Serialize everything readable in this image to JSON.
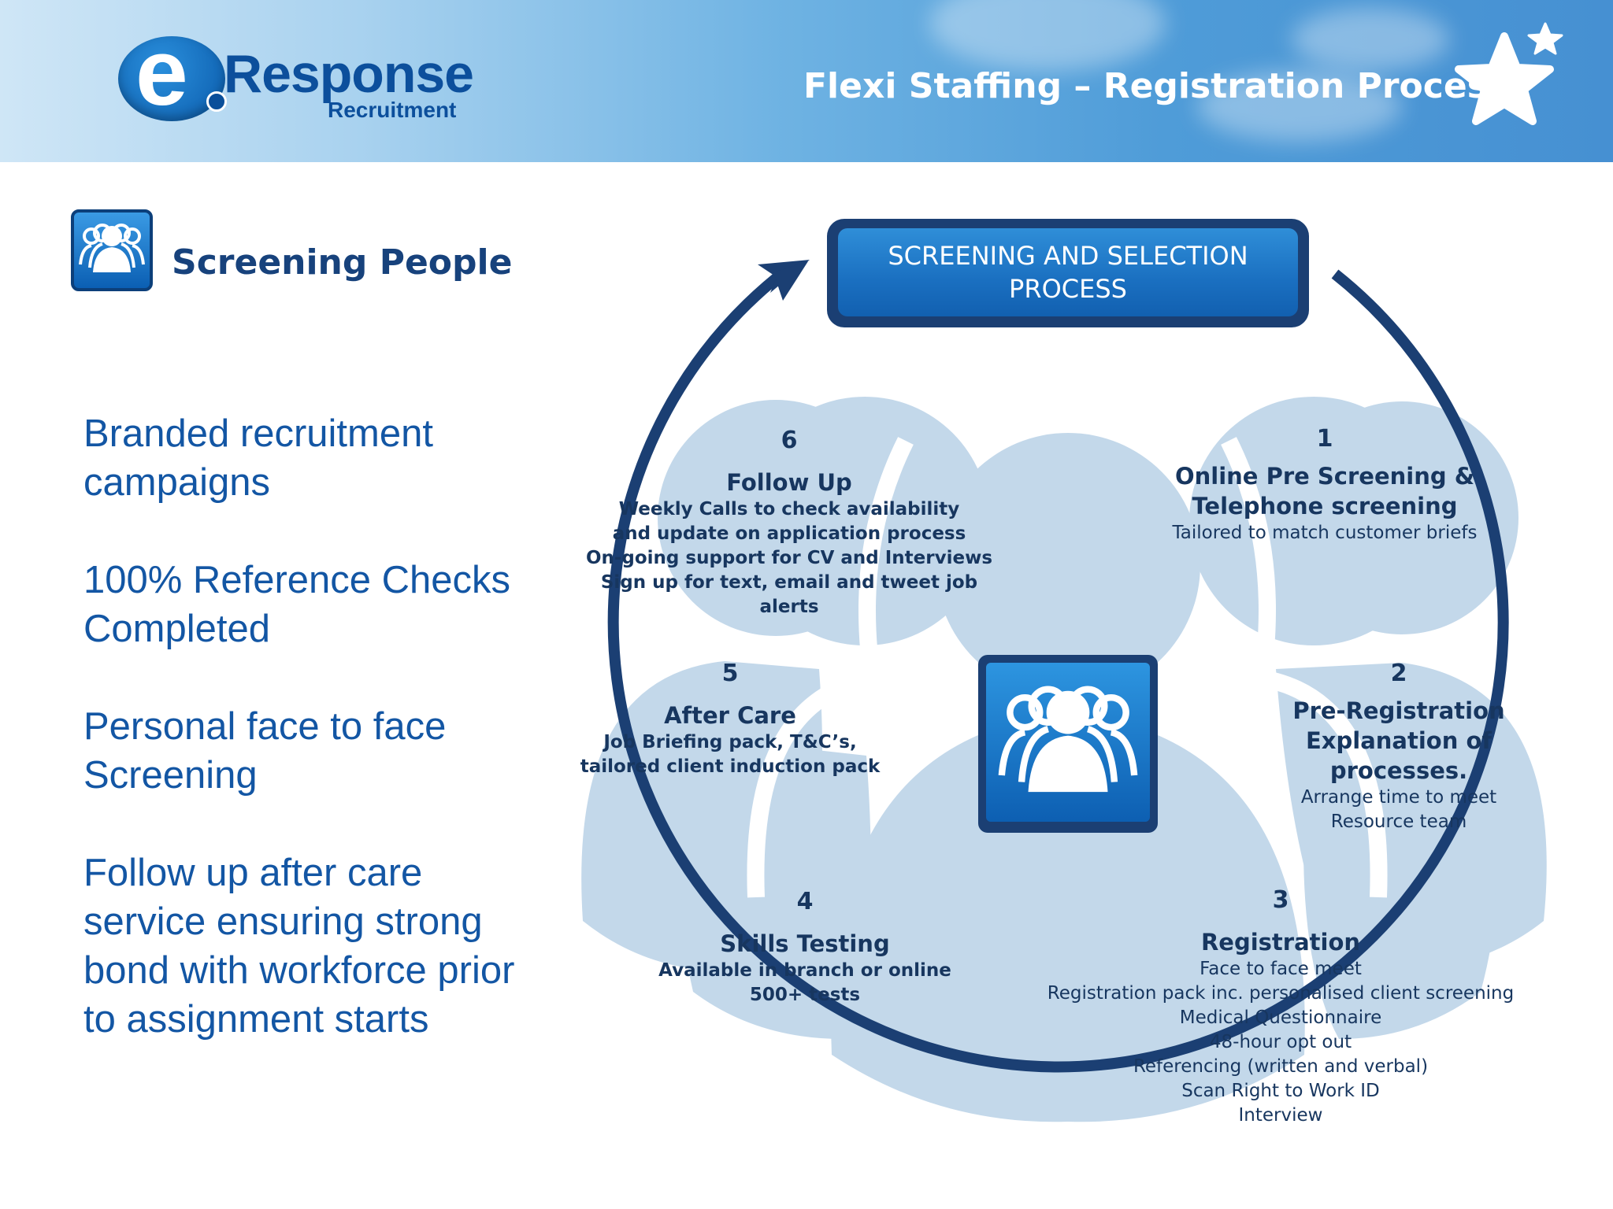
{
  "header": {
    "logo_word": "Response",
    "logo_letter": "e",
    "logo_sub": "Recruitment",
    "title": "Flexi Staffing – Registration Process"
  },
  "left": {
    "section_title": "Screening People",
    "bullets": [
      "Branded recruitment campaigns",
      "100% Reference Checks Completed",
      "Personal face to face Screening",
      "Follow up after care service ensuring strong bond with workforce prior to assignment starts"
    ]
  },
  "diagram": {
    "process_label": "SCREENING AND SELECTION PROCESS",
    "stages": [
      {
        "num": "1",
        "title_lines": [
          "Online Pre Screening &",
          "Telephone screening"
        ],
        "lines": [
          "Tailored to match customer briefs"
        ],
        "bold_lines": false
      },
      {
        "num": "2",
        "title_lines": [
          "Pre-Registration",
          "Explanation of processes."
        ],
        "lines": [
          "Arrange time to meet",
          "Resource team"
        ],
        "bold_lines": false
      },
      {
        "num": "3",
        "title_lines": [
          "Registration"
        ],
        "lines": [
          "Face to face meet",
          "Registration pack inc. personalised client screening",
          "Medical Questionnaire",
          "48-hour opt out",
          "Referencing (written and verbal)",
          "Scan Right to Work ID",
          "Interview"
        ],
        "bold_lines": false
      },
      {
        "num": "4",
        "title_lines": [
          "Skills Testing"
        ],
        "lines": [
          "Available in branch or online",
          "500+ tests"
        ],
        "bold_lines": true
      },
      {
        "num": "5",
        "title_lines": [
          "After Care"
        ],
        "lines": [
          "Job Briefing pack, T&C’s,",
          "tailored client induction pack"
        ],
        "bold_lines": true
      },
      {
        "num": "6",
        "title_lines": [
          "Follow Up"
        ],
        "lines": [
          "Weekly Calls to check availability",
          "and update on application process",
          "On-going support for CV and Interviews",
          "Sign up for text, email and tweet job alerts"
        ],
        "bold_lines": true
      }
    ]
  },
  "icons": {
    "star": "star-icon",
    "people": "people-group-icon"
  },
  "colors": {
    "navy": "#1b3f73",
    "brand_blue": "#1356a4",
    "silhouette": "#c3d8ea",
    "box_blue": "#1a6fc0"
  }
}
